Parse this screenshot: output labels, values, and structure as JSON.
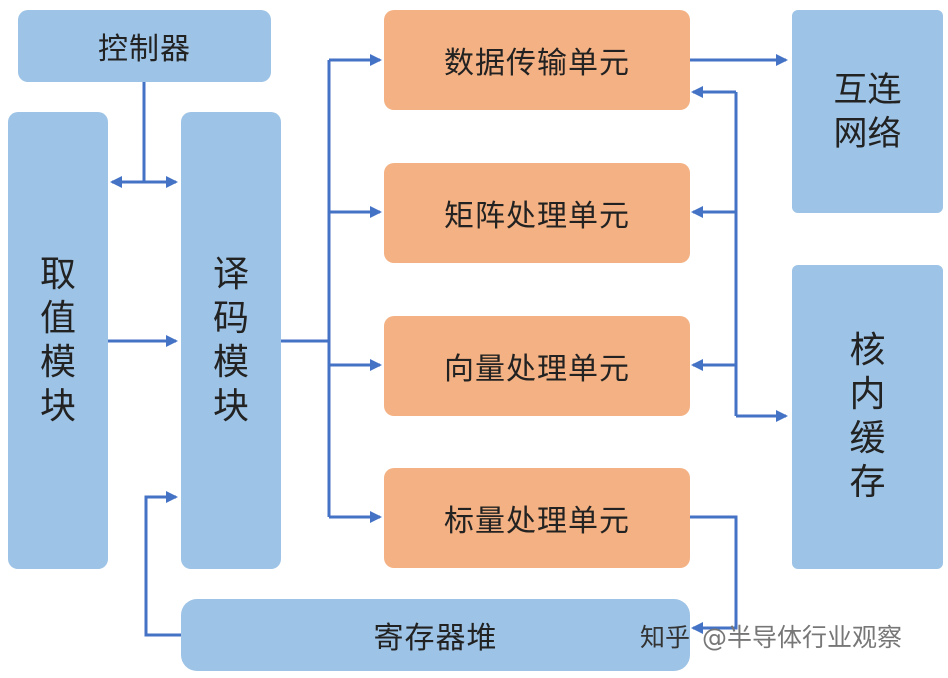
{
  "blocks": {
    "controller": "控制器",
    "fetch": "取值模块",
    "decode": "译码模块",
    "data_transfer": "数据传输单元",
    "matrix": "矩阵处理单元",
    "vector": "向量处理单元",
    "scalar": "标量处理单元",
    "interconnect": "互连网络",
    "core_cache": "核内缓存",
    "register_file": "寄存器堆"
  },
  "watermark": {
    "site": "知乎",
    "author": "@半导体行业观察"
  },
  "colors": {
    "blue_block": "#9dc3e6",
    "orange_block": "#f4b183",
    "arrow": "#4472c4"
  }
}
